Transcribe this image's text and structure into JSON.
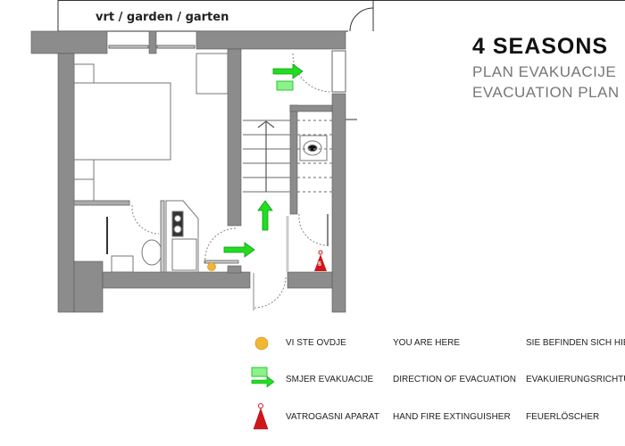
{
  "title": {
    "name": "4 SEASONS",
    "local": "PLAN EVAKUACIJE",
    "english": "EVACUATION PLAN"
  },
  "plan": {
    "garden_label": "vrt / garden / garten"
  },
  "colors": {
    "wall": "#8c8c8c",
    "arrow": "#22dd22",
    "you_are_here": "#f2b634",
    "extinguisher": "#d0161b"
  },
  "legend": [
    {
      "icon": "you-are-here-dot-icon",
      "hr": "VI STE OVDJE",
      "en": "YOU ARE HERE",
      "de": "SIE BEFINDEN SICH HIER"
    },
    {
      "icon": "evacuation-direction-icon",
      "hr": "SMJER EVAKUACIJE",
      "en": "DIRECTION OF EVACUATION",
      "de": "EVAKUIERUNGSRICHTUNG"
    },
    {
      "icon": "fire-extinguisher-icon",
      "hr": "VATROGASNI APARAT",
      "en": "HAND FIRE EXTINGUISHER",
      "de": "FEUERLÖSCHER"
    }
  ],
  "extinguisher_number": "6"
}
